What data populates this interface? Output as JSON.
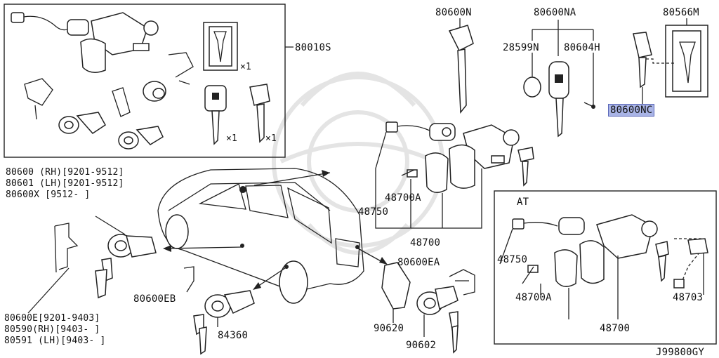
{
  "diagram": {
    "catalog_code": "J99800GY",
    "highlight_color": "#a9b4e6",
    "top_kit": {
      "part": "80010S",
      "qty_a": "×1",
      "qty_b": "×1",
      "qty_c": "×1"
    },
    "keys": {
      "blank_key": "80600N",
      "transponder_group": "80600NA",
      "battery": "28599N",
      "screw": "80604H",
      "key_tag": "80566M",
      "highlighted_key": "80600NC"
    },
    "door_callout": [
      "80600 (RH)[9201-9512]",
      "80601 (LH)[9201-9512]",
      "80600X [9512-      ]"
    ],
    "spring_callout": [
      "80600E[9201-9403]",
      "80590(RH)[9403- ]",
      "80591 (LH)[9403- ]"
    ],
    "column": {
      "left_label": "48750",
      "sub_label": "48700A",
      "main_label": "48700"
    },
    "at_box": {
      "title": "AT",
      "left_label": "48750",
      "sub_label": "48700A",
      "main_label": "48700",
      "right_label": "48703"
    },
    "bottom": {
      "rod": "80600EB",
      "back_door": "84360",
      "trunk_clip": "80600EA",
      "glove_lock": "90620",
      "glove_key": "90602"
    }
  }
}
